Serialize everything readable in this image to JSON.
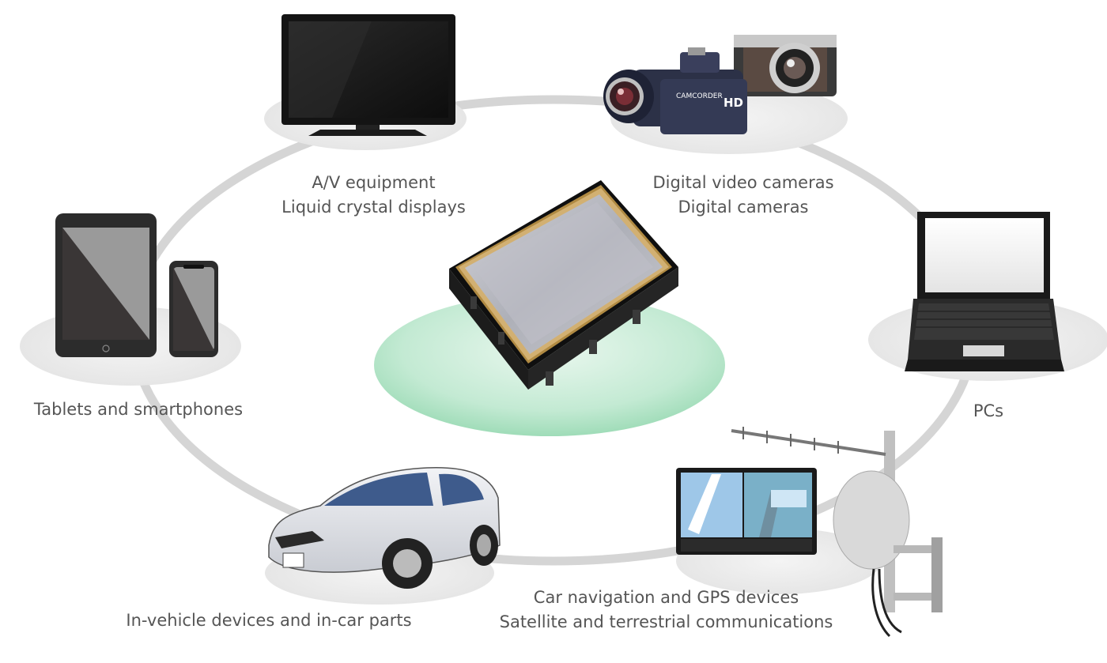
{
  "diagram": {
    "center": {
      "icon": "crystal-oscillator-icon"
    },
    "nodes": [
      {
        "id": "av",
        "icon": "flat-tv-icon",
        "labels": [
          "A/V equipment",
          "Liquid crystal displays"
        ]
      },
      {
        "id": "cameras",
        "icon": "camcorder-and-camera-icon",
        "labels": [
          "Digital video cameras",
          "Digital cameras"
        ]
      },
      {
        "id": "tablets",
        "icon": "tablet-and-smartphone-icon",
        "labels": [
          "Tablets and smartphones"
        ]
      },
      {
        "id": "pcs",
        "icon": "laptop-icon",
        "labels": [
          "PCs"
        ]
      },
      {
        "id": "vehicle",
        "icon": "car-icon",
        "labels": [
          "In-vehicle devices and in-car parts"
        ]
      },
      {
        "id": "nav",
        "icon": "navigation-and-antenna-icon",
        "labels": [
          "Car navigation and GPS devices",
          "Satellite and terrestrial communications"
        ]
      }
    ],
    "camcorder_texts": [
      "CAMCORDER",
      "HD"
    ],
    "colors": {
      "ring": "#d5d5d5",
      "platform": "#ebebeb",
      "highlight": "#c6ead4",
      "text": "#555555"
    }
  }
}
